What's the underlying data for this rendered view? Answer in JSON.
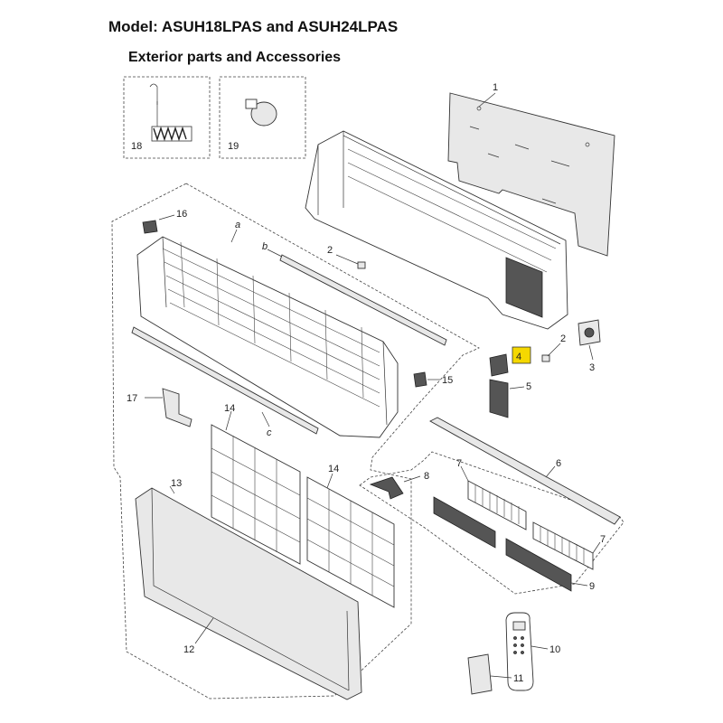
{
  "title": "Model: ASUH18LPAS and ASUH24LPAS",
  "subtitle": "Exterior parts and Accessories",
  "callouts": {
    "p1": "1",
    "p2a": "2",
    "p2b": "2",
    "p3": "3",
    "p4": "4",
    "p5": "5",
    "p6": "6",
    "p7a": "7",
    "p7b": "7",
    "p8": "8",
    "p9": "9",
    "p10": "10",
    "p11": "11",
    "p12": "12",
    "p13": "13",
    "p14a": "14",
    "p14b": "14",
    "p15": "15",
    "p16": "16",
    "p17": "17",
    "p18": "18",
    "p19": "19",
    "sa": "a",
    "sb": "b",
    "sc": "c"
  },
  "highlight_color": "#f5d800"
}
